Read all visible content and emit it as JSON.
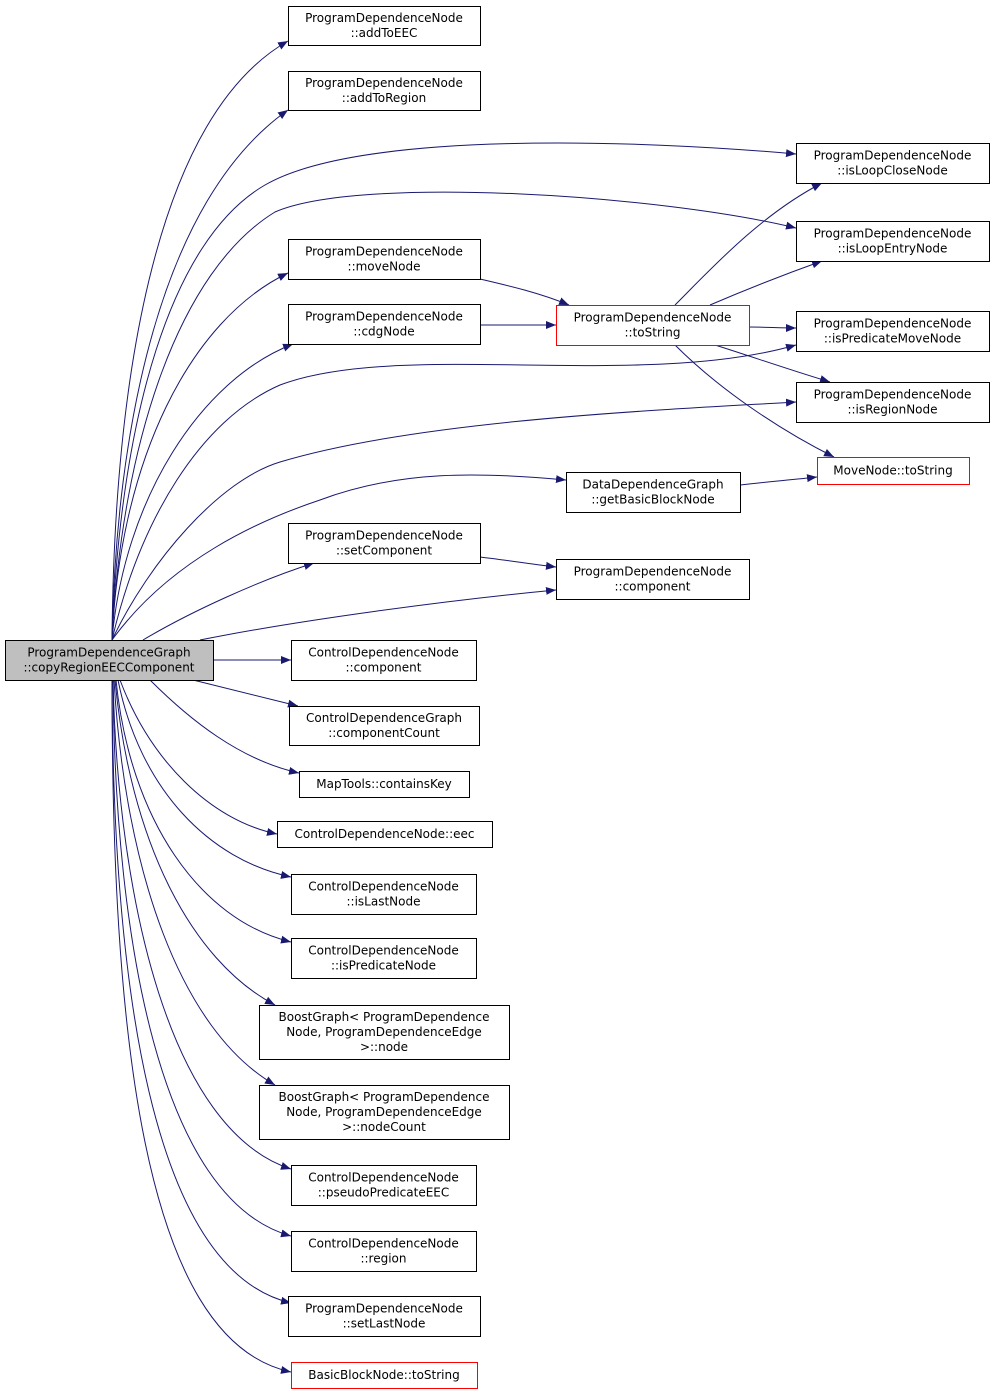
{
  "diagram": {
    "type": "call-graph",
    "edge_color": "#191970",
    "colors": {
      "root_fill": "#bfbfbf",
      "default_border": "#000000",
      "truncated_border": "#ff0000",
      "node_fill": "#ffffff"
    },
    "nodes": [
      {
        "id": "root",
        "lines": [
          "ProgramDependenceGraph",
          "::copyRegionEECComponent"
        ],
        "style": "root"
      },
      {
        "id": "addToEEC",
        "lines": [
          "ProgramDependenceNode",
          "::addToEEC"
        ],
        "style": "normal"
      },
      {
        "id": "addToRegion",
        "lines": [
          "ProgramDependenceNode",
          "::addToRegion"
        ],
        "style": "normal"
      },
      {
        "id": "isLoopCloseNode",
        "lines": [
          "ProgramDependenceNode",
          "::isLoopCloseNode"
        ],
        "style": "normal"
      },
      {
        "id": "isLoopEntryNode",
        "lines": [
          "ProgramDependenceNode",
          "::isLoopEntryNode"
        ],
        "style": "normal"
      },
      {
        "id": "moveNode",
        "lines": [
          "ProgramDependenceNode",
          "::moveNode"
        ],
        "style": "normal"
      },
      {
        "id": "pdnToString",
        "lines": [
          "ProgramDependenceNode",
          "::toString"
        ],
        "style": "truncated"
      },
      {
        "id": "cdgNode",
        "lines": [
          "ProgramDependenceNode",
          "::cdgNode"
        ],
        "style": "normal"
      },
      {
        "id": "isPredicateMoveNode",
        "lines": [
          "ProgramDependenceNode",
          "::isPredicateMoveNode"
        ],
        "style": "normal"
      },
      {
        "id": "isRegionNode",
        "lines": [
          "ProgramDependenceNode",
          "::isRegionNode"
        ],
        "style": "normal"
      },
      {
        "id": "moveNodeToString",
        "lines": [
          "MoveNode::toString"
        ],
        "style": "truncated"
      },
      {
        "id": "getBasicBlockNode",
        "lines": [
          "DataDependenceGraph",
          "::getBasicBlockNode"
        ],
        "style": "normal"
      },
      {
        "id": "setComponent",
        "lines": [
          "ProgramDependenceNode",
          "::setComponent"
        ],
        "style": "normal"
      },
      {
        "id": "pdnComponent",
        "lines": [
          "ProgramDependenceNode",
          "::component"
        ],
        "style": "normal"
      },
      {
        "id": "cdnComponent",
        "lines": [
          "ControlDependenceNode",
          "::component"
        ],
        "style": "normal"
      },
      {
        "id": "componentCount",
        "lines": [
          "ControlDependenceGraph",
          "::componentCount"
        ],
        "style": "normal"
      },
      {
        "id": "containsKey",
        "lines": [
          "MapTools::containsKey"
        ],
        "style": "normal"
      },
      {
        "id": "eec",
        "lines": [
          "ControlDependenceNode::eec"
        ],
        "style": "normal"
      },
      {
        "id": "isLastNode",
        "lines": [
          "ControlDependenceNode",
          "::isLastNode"
        ],
        "style": "normal"
      },
      {
        "id": "isPredicateNode",
        "lines": [
          "ControlDependenceNode",
          "::isPredicateNode"
        ],
        "style": "normal"
      },
      {
        "id": "bgNode",
        "lines": [
          "BoostGraph< ProgramDependence",
          "Node, ProgramDependenceEdge",
          ">::node"
        ],
        "style": "normal"
      },
      {
        "id": "bgNodeCount",
        "lines": [
          "BoostGraph< ProgramDependence",
          "Node, ProgramDependenceEdge",
          ">::nodeCount"
        ],
        "style": "normal"
      },
      {
        "id": "pseudoPredicateEEC",
        "lines": [
          "ControlDependenceNode",
          "::pseudoPredicateEEC"
        ],
        "style": "normal"
      },
      {
        "id": "region",
        "lines": [
          "ControlDependenceNode",
          "::region"
        ],
        "style": "normal"
      },
      {
        "id": "setLastNode",
        "lines": [
          "ProgramDependenceNode",
          "::setLastNode"
        ],
        "style": "normal"
      },
      {
        "id": "bbnToString",
        "lines": [
          "BasicBlockNode::toString"
        ],
        "style": "truncated"
      }
    ],
    "edges": [
      {
        "from": "root",
        "to": "addToEEC"
      },
      {
        "from": "root",
        "to": "addToRegion"
      },
      {
        "from": "root",
        "to": "isLoopCloseNode"
      },
      {
        "from": "root",
        "to": "isLoopEntryNode"
      },
      {
        "from": "root",
        "to": "moveNode"
      },
      {
        "from": "root",
        "to": "cdgNode"
      },
      {
        "from": "root",
        "to": "isPredicateMoveNode"
      },
      {
        "from": "root",
        "to": "isRegionNode"
      },
      {
        "from": "root",
        "to": "getBasicBlockNode"
      },
      {
        "from": "root",
        "to": "setComponent"
      },
      {
        "from": "root",
        "to": "pdnComponent"
      },
      {
        "from": "root",
        "to": "cdnComponent"
      },
      {
        "from": "root",
        "to": "componentCount"
      },
      {
        "from": "root",
        "to": "containsKey"
      },
      {
        "from": "root",
        "to": "eec"
      },
      {
        "from": "root",
        "to": "isLastNode"
      },
      {
        "from": "root",
        "to": "isPredicateNode"
      },
      {
        "from": "root",
        "to": "bgNode"
      },
      {
        "from": "root",
        "to": "bgNodeCount"
      },
      {
        "from": "root",
        "to": "pseudoPredicateEEC"
      },
      {
        "from": "root",
        "to": "region"
      },
      {
        "from": "root",
        "to": "setLastNode"
      },
      {
        "from": "root",
        "to": "bbnToString"
      },
      {
        "from": "moveNode",
        "to": "pdnToString"
      },
      {
        "from": "cdgNode",
        "to": "pdnToString"
      },
      {
        "from": "pdnToString",
        "to": "isLoopCloseNode"
      },
      {
        "from": "pdnToString",
        "to": "isLoopEntryNode"
      },
      {
        "from": "pdnToString",
        "to": "isPredicateMoveNode"
      },
      {
        "from": "pdnToString",
        "to": "isRegionNode"
      },
      {
        "from": "pdnToString",
        "to": "moveNodeToString"
      },
      {
        "from": "getBasicBlockNode",
        "to": "moveNodeToString"
      },
      {
        "from": "setComponent",
        "to": "pdnComponent"
      }
    ]
  }
}
